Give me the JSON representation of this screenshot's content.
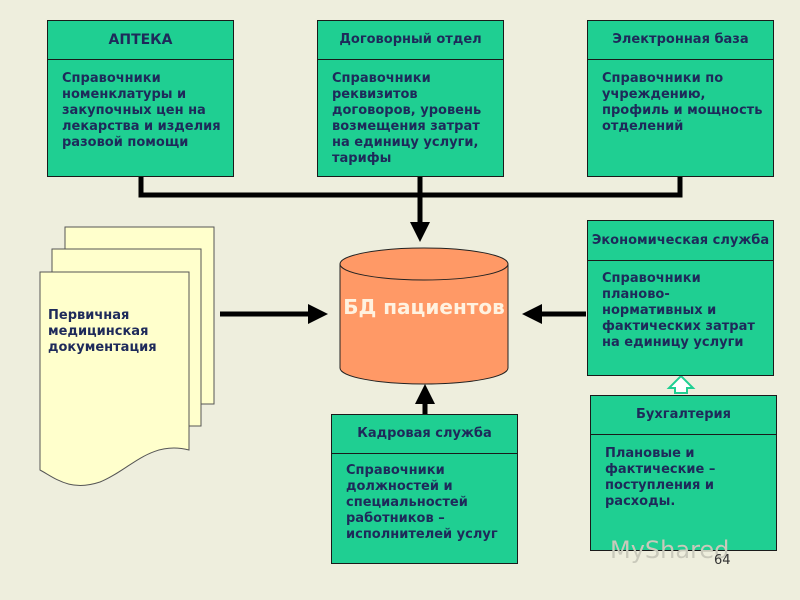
{
  "boxes": {
    "pharmacy": {
      "title": "АПТЕКА",
      "text": "Справочники номенклатуры и закупочных цен на лекарства и изделия разовой помощи"
    },
    "contracts": {
      "title": "Договорный отдел",
      "text": "Справочники реквизитов договоров, уровень возмещения затрат на единицу услуги, тарифы"
    },
    "electronic": {
      "title": "Электронная база",
      "text": "Справочники по учреждению, профиль и мощность отделений"
    },
    "economic": {
      "title": "Экономическая служба",
      "text": "Справочники планово-нормативных и фактических затрат на единицу услуги"
    },
    "accounting": {
      "title": "Бухгалтерия",
      "text": "Плановые и фактические – поступления и расходы."
    },
    "hr": {
      "title": "Кадровая служба",
      "text": "Справочники должностей и специальностей работников – исполнителей услуг"
    }
  },
  "documents": {
    "text": "Первичная медицинская документация"
  },
  "database": {
    "label": "БД пациентов"
  },
  "watermark": "MyShared",
  "page_number": "64",
  "colors": {
    "box_fill": "#1fcf92",
    "cylinder_fill": "#ff9966",
    "doc_fill": "#ffffcc",
    "background": "#eeeedd",
    "text": "#1e2a5a"
  }
}
